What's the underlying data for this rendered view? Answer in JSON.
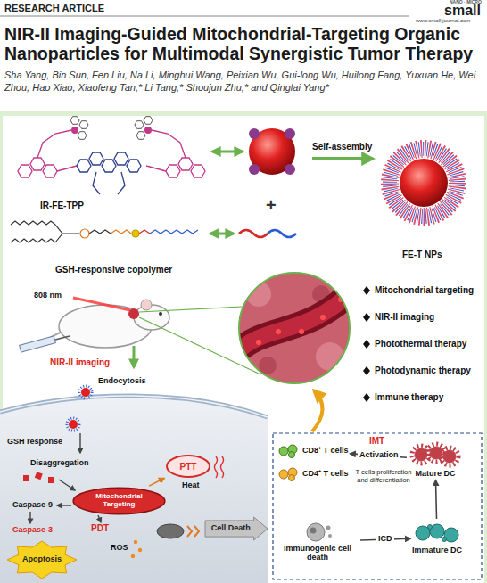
{
  "diagram": {
    "title": "NIR-II Imaging-Guided Mitochondrial-Targeting Organic Nanoparticles for Multimodal Synergistic Tumor Therapy",
    "nodes": [
      {
        "text": [
          "Mitochondrial Targeting"
        ]
      },
      {
        "text": [
          "PTT"
        ]
      },
      {
        "text": [
          "Apoptosis"
        ]
      },
      {
        "text": [
          "Cell Death"
        ]
      },
      {
        "text": [
          "CD8⁺ T cells"
        ]
      },
      {
        "text": [
          "CD4⁺ T cells"
        ]
      },
      {
        "text": [
          "Mature DC"
        ]
      },
      {
        "text": [
          "Immature DC"
        ]
      },
      {
        "text": [
          "Immunogenic cell death"
        ]
      }
    ],
    "edges": [
      {
        "from": 0,
        "to": 1,
        "arrow": "to"
      },
      {
        "from": 8,
        "to": 7,
        "label": "ICD",
        "arrow": "to"
      },
      {
        "from": 7,
        "to": 6,
        "arrow": "to"
      },
      {
        "from": 6,
        "to": 4,
        "label": "Activation",
        "arrow": "to"
      }
    ],
    "labels": [
      "RESEARCH ARTICLE",
      "NANO · MICRO",
      "small",
      "www.small-journal.com",
      "Sha Yang, Bin Sun, Fen Liu, Na Li, Minghui Wang, Peixian Wu, Gui-long Wu, Huilong Fang, Yuxuan He, Wei Zhou, Hao Xiao, Xiaofeng Tan,* Li Tang,* Shoujun Zhu,* and Qinglai Yang*",
      "IR-FE-TPP",
      "GSH-responsive copolymer",
      "+",
      "Self-assembly",
      "FE-T NPs",
      "808 nm",
      "NIR-II imaging",
      "Mitochondrial targeting",
      "NIR-II imaging",
      "Photothermal therapy",
      "Photodynamic therapy",
      "Immune therapy",
      "Endocytosis",
      "GSH response",
      "Disaggregation",
      "Caspase-9",
      "Caspase-3",
      "PDT",
      "ROS",
      "Heat",
      "IMT",
      "T cells proliferation and differentiation"
    ]
  }
}
